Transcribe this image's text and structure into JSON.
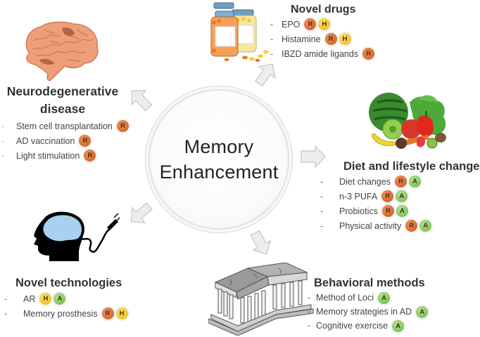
{
  "center": {
    "line1": "Memory",
    "line2": "Enhancement"
  },
  "legend_colors": {
    "R": "#d8652b",
    "H": "#f1c31d",
    "A": "#7dc353"
  },
  "sections": {
    "neurodegenerative": {
      "title_line1": "Neurodegenerative",
      "title_line2": "disease",
      "image": "brain-illustration",
      "items": [
        {
          "label": "Stem cell transplantation",
          "badges": [
            "R"
          ]
        },
        {
          "label": "AD vaccination",
          "badges": [
            "R"
          ]
        },
        {
          "label": "Light stimulation",
          "badges": [
            "R"
          ]
        }
      ]
    },
    "novel_drugs": {
      "title": "Novel drugs",
      "image": "pill-bottles-illustration",
      "items": [
        {
          "label": "EPO",
          "badges": [
            "R",
            "H"
          ]
        },
        {
          "label": "Histamine",
          "badges": [
            "R",
            "H"
          ]
        },
        {
          "label": "IBZD amide ligands",
          "badges": [
            "R"
          ]
        }
      ]
    },
    "diet": {
      "title": "Diet and lifestyle changes",
      "image": "fruits-vegetables-illustration",
      "items": [
        {
          "label": "Diet changes",
          "badges": [
            "R",
            "A"
          ]
        },
        {
          "label": "n-3 PUFA",
          "badges": [
            "R",
            "A"
          ]
        },
        {
          "label": "Probiotics",
          "badges": [
            "R",
            "A"
          ]
        },
        {
          "label": "Physical activity",
          "badges": [
            "R",
            "A"
          ]
        }
      ]
    },
    "technologies": {
      "title": "Novel technologies",
      "image": "plugged-head-illustration",
      "items": [
        {
          "label": "AR",
          "badges": [
            "H",
            "A"
          ]
        },
        {
          "label": "Memory prosthesis",
          "badges": [
            "R",
            "H"
          ]
        }
      ]
    },
    "behavioral": {
      "title": "Behavioral methods",
      "image": "temple-illustration",
      "items": [
        {
          "label": "Method of Loci",
          "badges": [
            "A"
          ]
        },
        {
          "label": "Memory strategies in AD",
          "badges": [
            "A"
          ]
        },
        {
          "label": "Cognitive exercise",
          "badges": [
            "A"
          ]
        }
      ]
    }
  },
  "dash": "-"
}
